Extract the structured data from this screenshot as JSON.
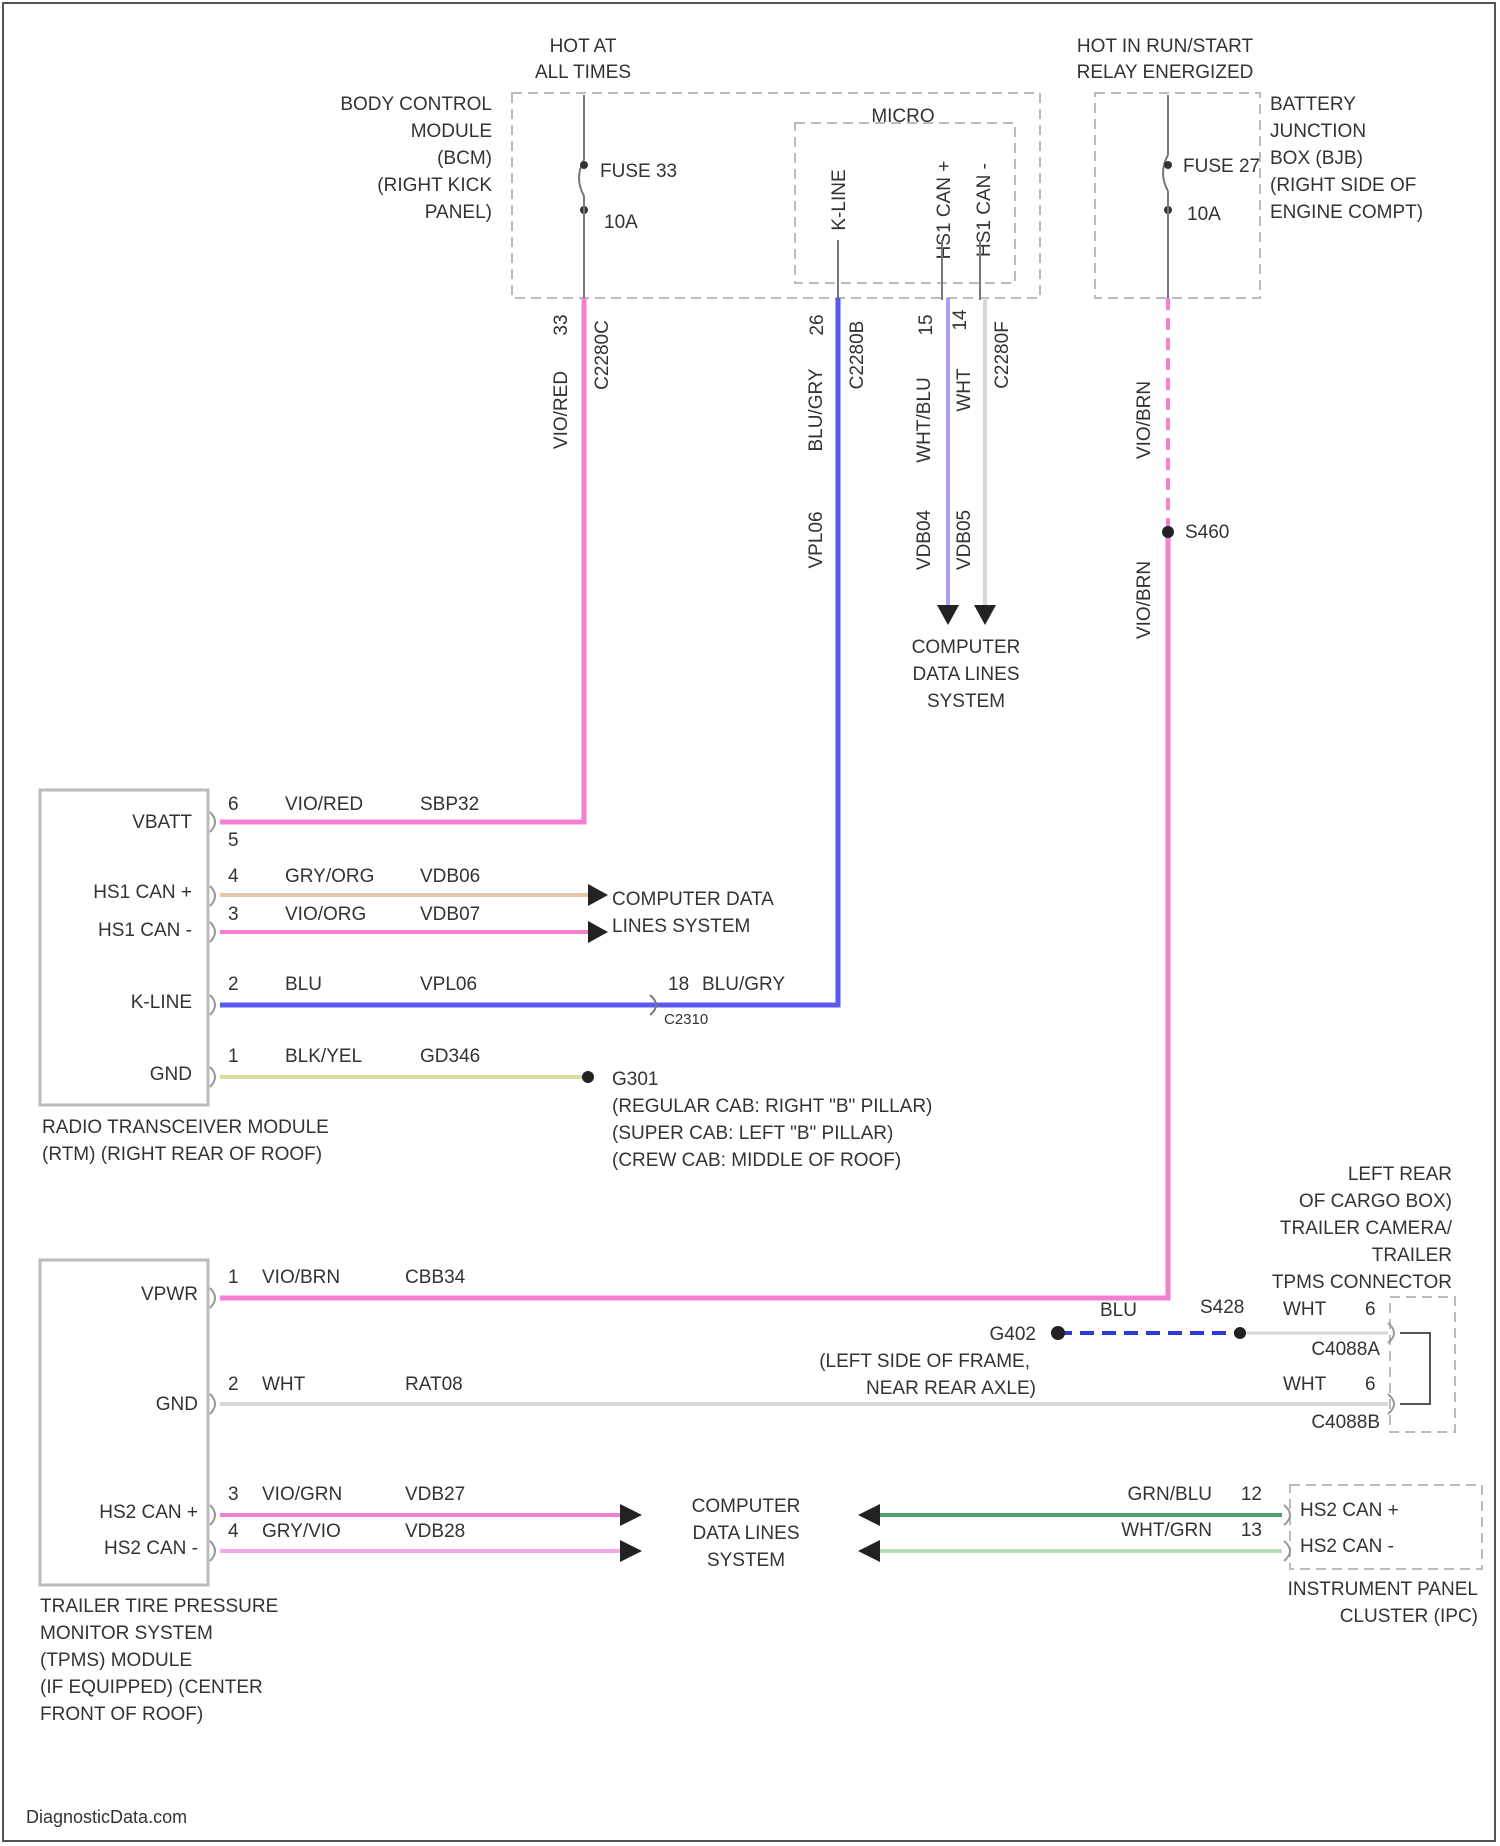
{
  "colors": {
    "pink": "#f27fd0",
    "pink_dashed": "#f27fd0",
    "blue": "#5a5af0",
    "lavender": "#a9a0f2",
    "tan": "#e0c8a8",
    "yellow_green": "#d8dca0",
    "green": "#4f9e74",
    "light_green": "#b8ddb8",
    "light_gray": "#d8d8d8",
    "light_pink": "#f3a8e6",
    "dashed_blue": "#2f38d8",
    "box_border": "#bbbbbb",
    "text": "#333333"
  },
  "hot_at_all_times": [
    "HOT AT",
    "ALL TIMES"
  ],
  "hot_in_run": [
    "HOT IN RUN/START",
    "RELAY ENERGIZED"
  ],
  "bcm": {
    "label": [
      "BODY CONTROL",
      "MODULE",
      "(BCM)",
      "(RIGHT KICK",
      "PANEL)"
    ],
    "fuse": "FUSE 33",
    "amps": "10A",
    "micro": "MICRO",
    "kline": "K-LINE",
    "hs1_can_plus": "HS1 CAN +",
    "hs1_can_minus": "HS1 CAN -",
    "pin_33": "33",
    "conn_33": "C2280C",
    "pin_26": "26",
    "conn_26": "C2280B",
    "pin_15": "15",
    "pin_14": "14",
    "conn_14": "C2280F"
  },
  "bjb": {
    "label": [
      "BATTERY",
      "JUNCTION",
      "BOX (BJB)",
      "(RIGHT SIDE OF",
      "ENGINE COMPT)"
    ],
    "fuse": "FUSE 27",
    "amps": "10A"
  },
  "wires_upper": {
    "vio_red": "VIO/RED",
    "blu_gry": "BLU/GRY",
    "vpl06": "VPL06",
    "wht_blu": "WHT/BLU",
    "wht": "WHT",
    "vdb04": "VDB04",
    "vdb05": "VDB05",
    "vio_brn": "VIO/BRN",
    "s460": "S460"
  },
  "cdl_top": [
    "COMPUTER",
    "DATA LINES",
    "SYSTEM"
  ],
  "rtm": {
    "vbatt": "VBATT",
    "hs1_plus": "HS1 CAN +",
    "hs1_minus": "HS1 CAN -",
    "kline": "K-LINE",
    "gnd": "GND",
    "label": [
      "RADIO TRANSCEIVER MODULE",
      "(RTM) (RIGHT REAR OF ROOF)"
    ],
    "rows": [
      {
        "pin": "6",
        "color": "VIO/RED",
        "circuit": "SBP32"
      },
      {
        "pin": "5",
        "color": "",
        "circuit": ""
      },
      {
        "pin": "4",
        "color": "GRY/ORG",
        "circuit": "VDB06"
      },
      {
        "pin": "3",
        "color": "VIO/ORG",
        "circuit": "VDB07"
      },
      {
        "pin": "2",
        "color": "BLU",
        "circuit": "VPL06"
      },
      {
        "pin": "1",
        "color": "BLK/YEL",
        "circuit": "GD346"
      }
    ],
    "cdl": [
      "COMPUTER DATA",
      "LINES SYSTEM"
    ],
    "c2310_pin": "18",
    "c2310_color": "BLU/GRY",
    "c2310": "C2310",
    "ground_id": "G301",
    "ground_loc": [
      "(REGULAR CAB: RIGHT \"B\" PILLAR)",
      "(SUPER CAB: LEFT \"B\" PILLAR)",
      "(CREW CAB: MIDDLE OF ROOF)"
    ]
  },
  "tpms": {
    "vpwr": "VPWR",
    "gnd": "GND",
    "hs2_plus": "HS2 CAN +",
    "hs2_minus": "HS2 CAN -",
    "label": [
      "TRAILER TIRE PRESSURE",
      "MONITOR SYSTEM",
      "(TPMS) MODULE",
      "(IF EQUIPPED) (CENTER",
      "FRONT OF ROOF)"
    ],
    "rows": [
      {
        "pin": "1",
        "color": "VIO/BRN",
        "circuit": "CBB34"
      },
      {
        "pin": "2",
        "color": "WHT",
        "circuit": "RAT08"
      },
      {
        "pin": "3",
        "color": "VIO/GRN",
        "circuit": "VDB27"
      },
      {
        "pin": "4",
        "color": "GRY/VIO",
        "circuit": "VDB28"
      }
    ],
    "cdl": [
      "COMPUTER",
      "DATA LINES",
      "SYSTEM"
    ]
  },
  "trailer": {
    "label": [
      "LEFT REAR",
      "OF CARGO BOX)",
      "TRAILER CAMERA/",
      "TRAILER",
      "TPMS CONNECTOR"
    ],
    "blu": "BLU",
    "s428": "S428",
    "g402": "G402",
    "g402_loc": [
      "(LEFT SIDE OF FRAME,",
      "NEAR REAR AXLE)"
    ],
    "wht1": "WHT",
    "pin1": "6",
    "c4088a": "C4088A",
    "wht2": "WHT",
    "pin2": "6",
    "c4088b": "C4088B"
  },
  "ipc": {
    "hs2_plus": "HS2 CAN +",
    "hs2_minus": "HS2 CAN -",
    "label": [
      "INSTRUMENT PANEL",
      "CLUSTER (IPC)"
    ],
    "row1_color": "GRN/BLU",
    "row1_pin": "12",
    "row2_color": "WHT/GRN",
    "row2_pin": "13"
  },
  "footer": "DiagnosticData.com"
}
